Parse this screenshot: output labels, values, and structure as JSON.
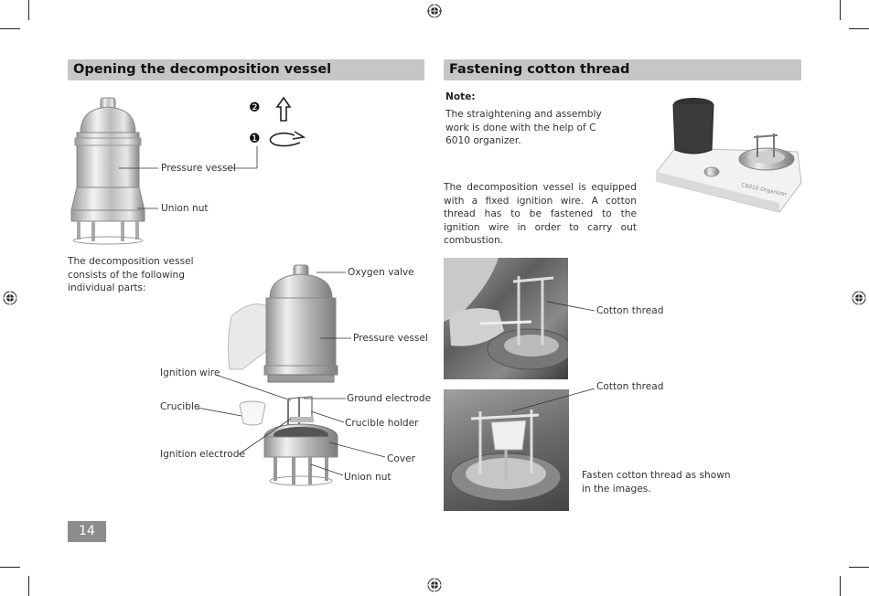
{
  "left_section": {
    "title": "Opening the decomposition vessel",
    "step_labels": [
      "❷",
      "❶"
    ],
    "top_figure_labels": {
      "pressure_vessel": "Pressure vessel",
      "union_nut": "Union nut"
    },
    "intro_text": "The decomposition vessel consists of the following individual parts:",
    "parts_labels": {
      "oxygen_valve": "Oxygen valve",
      "pressure_vessel": "Pressure vessel",
      "ignition_wire": "Ignition wire",
      "ground_electrode": "Ground electrode",
      "crucible": "Crucible",
      "crucible_holder": "Crucible holder",
      "ignition_electrode": "Ignition electrode",
      "cover": "Cover",
      "union_nut": "Union nut"
    }
  },
  "right_section": {
    "title": "Fastening cotton thread",
    "note_heading": "Note:",
    "note_text": "The straightening and assembly work is done with the help of C 6010 organizer.",
    "organizer_label": "C6010 Organizer",
    "body_text": "The decomposition vessel is equipped with a fixed ignition wire. A cotton thread has to be fastened to the ignition wire in order to carry out combustion.",
    "photo1_label": "Cotton thread",
    "photo2_label": "Cotton thread",
    "caption": "Fasten cotton thread as shown in the images."
  },
  "page_number": "14"
}
